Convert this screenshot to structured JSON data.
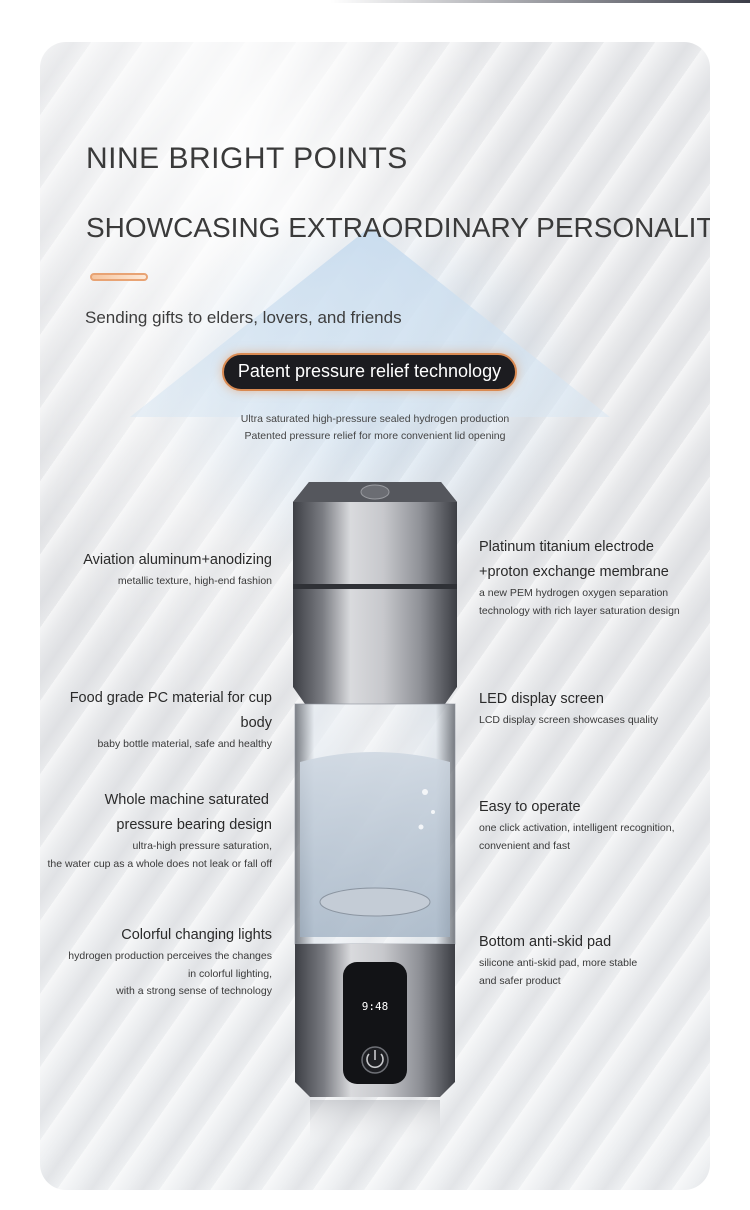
{
  "heading": {
    "title": "NINE BRIGHT POINTS",
    "subtitle": "SHOWCASING EXTRAORDINARY PERSONALITY",
    "tagline": "Sending gifts to elders, lovers, and friends"
  },
  "highlight": {
    "label": "Patent pressure relief technology",
    "desc_line1": "Ultra saturated high-pressure sealed hydrogen production",
    "desc_line2": "Patented pressure relief for more convenient lid opening"
  },
  "features_left": [
    {
      "title": "Aviation aluminum+anodizing",
      "desc": [
        "metallic texture, high-end fashion"
      ]
    },
    {
      "title": "Food grade PC material for cup body",
      "desc": [
        "baby bottle material, safe and healthy"
      ]
    },
    {
      "title": "Whole machine saturated",
      "title2": "pressure bearing design",
      "desc": [
        "ultra-high pressure saturation,",
        "the water cup as a whole does not leak or fall off"
      ]
    },
    {
      "title": "Colorful changing lights",
      "desc": [
        "hydrogen production perceives the changes",
        "in colorful lighting,",
        "with a strong sense of technology"
      ]
    }
  ],
  "features_right": [
    {
      "title": "Platinum titanium electrode",
      "title2": "+proton exchange membrane",
      "desc": [
        "a new PEM hydrogen oxygen separation",
        "technology with rich layer saturation design"
      ]
    },
    {
      "title": "LED display screen",
      "desc": [
        "LCD display screen showcases quality"
      ]
    },
    {
      "title": "Easy to operate",
      "desc": [
        "one click activation, intelligent recognition,",
        "convenient and fast"
      ]
    },
    {
      "title": "Bottom anti-skid pad",
      "desc": [
        "silicone anti-skid pad, more stable",
        "and safer product"
      ]
    }
  ],
  "product": {
    "display_time": "9:48",
    "icons": [
      "lid-button-icon",
      "power-icon"
    ]
  },
  "colors": {
    "accent_orange": "#e8a374",
    "pill_background": "#1c1c20",
    "triangle_blue": "#cfe0ef"
  }
}
